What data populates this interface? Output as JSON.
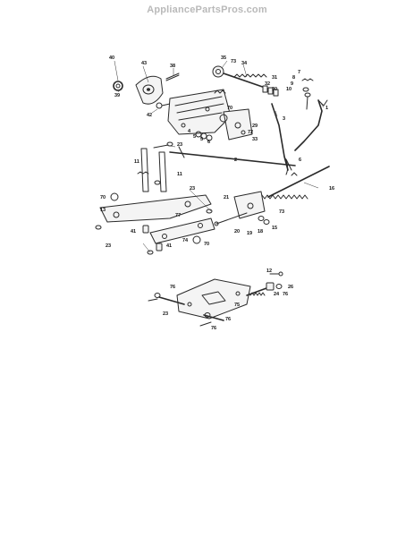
{
  "header": {
    "watermark": "AppliancePartsPros.com"
  },
  "callouts": [
    {
      "id": "c40",
      "label": "40"
    },
    {
      "id": "c43",
      "label": "43"
    },
    {
      "id": "c38",
      "label": "38"
    },
    {
      "id": "c39",
      "label": "39"
    },
    {
      "id": "c42",
      "label": "42"
    },
    {
      "id": "c35",
      "label": "35"
    },
    {
      "id": "c73a",
      "label": "73"
    },
    {
      "id": "c34",
      "label": "34"
    },
    {
      "id": "c7",
      "label": "7"
    },
    {
      "id": "c8",
      "label": "8"
    },
    {
      "id": "c9",
      "label": "9"
    },
    {
      "id": "c10",
      "label": "10"
    },
    {
      "id": "c31",
      "label": "31"
    },
    {
      "id": "c32",
      "label": "32"
    },
    {
      "id": "c30",
      "label": "30"
    },
    {
      "id": "c1",
      "label": "1"
    },
    {
      "id": "c70a",
      "label": "70"
    },
    {
      "id": "c3",
      "label": "3"
    },
    {
      "id": "c29",
      "label": "29"
    },
    {
      "id": "c72",
      "label": "72"
    },
    {
      "id": "c33",
      "label": "33"
    },
    {
      "id": "c4",
      "label": "4"
    },
    {
      "id": "c5a",
      "label": "5"
    },
    {
      "id": "c5b",
      "label": "5"
    },
    {
      "id": "c6a",
      "label": "6"
    },
    {
      "id": "c2",
      "label": "2"
    },
    {
      "id": "c23a",
      "label": "23"
    },
    {
      "id": "c11a",
      "label": "11"
    },
    {
      "id": "c11b",
      "label": "11"
    },
    {
      "id": "c6b",
      "label": "6"
    },
    {
      "id": "c16",
      "label": "16"
    },
    {
      "id": "c23b",
      "label": "23"
    },
    {
      "id": "c70b",
      "label": "70"
    },
    {
      "id": "c13",
      "label": "13"
    },
    {
      "id": "c21",
      "label": "21"
    },
    {
      "id": "c73b",
      "label": "73"
    },
    {
      "id": "c77",
      "label": "77"
    },
    {
      "id": "c15",
      "label": "15"
    },
    {
      "id": "c20",
      "label": "20"
    },
    {
      "id": "c19",
      "label": "19"
    },
    {
      "id": "c18",
      "label": "18"
    },
    {
      "id": "c41a",
      "label": "41"
    },
    {
      "id": "c74",
      "label": "74"
    },
    {
      "id": "c70c",
      "label": "70"
    },
    {
      "id": "c41b",
      "label": "41"
    },
    {
      "id": "c23c",
      "label": "23"
    },
    {
      "id": "c12",
      "label": "12"
    },
    {
      "id": "c76a",
      "label": "76"
    },
    {
      "id": "c26",
      "label": "26"
    },
    {
      "id": "c24",
      "label": "24"
    },
    {
      "id": "c76b",
      "label": "76"
    },
    {
      "id": "c75",
      "label": "75"
    },
    {
      "id": "c23d",
      "label": "23"
    },
    {
      "id": "c76c",
      "label": "76"
    },
    {
      "id": "c76d",
      "label": "76"
    }
  ]
}
